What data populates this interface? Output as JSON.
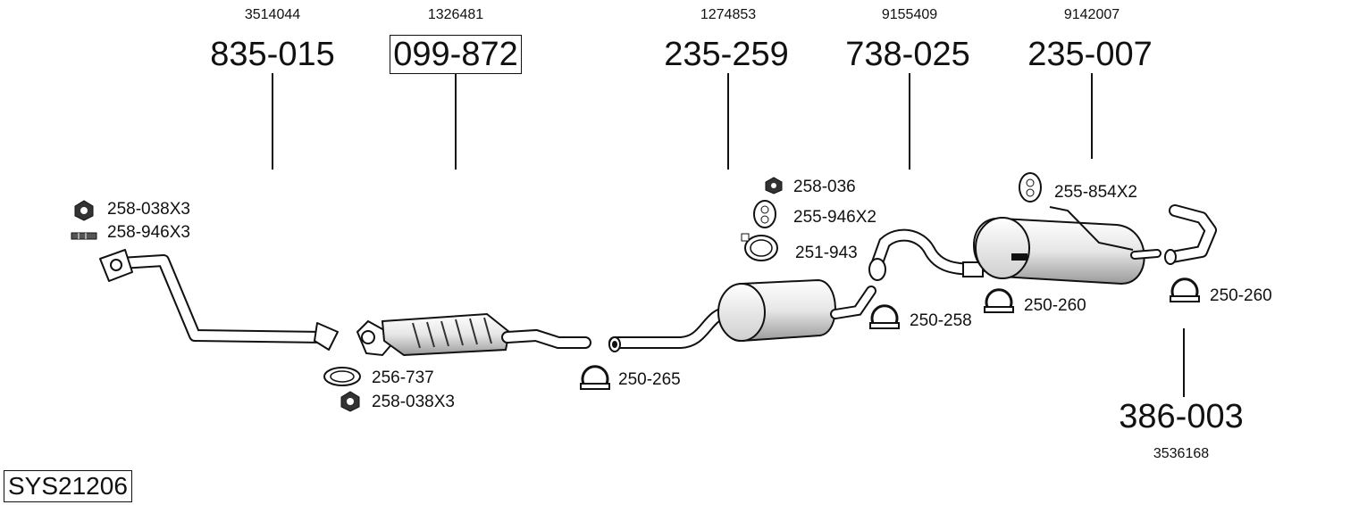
{
  "system_code": "SYS21206",
  "parts": [
    {
      "id": "p1",
      "part_no": "835-015",
      "ref": "3514044",
      "boxed": false
    },
    {
      "id": "p2",
      "part_no": "099-872",
      "ref": "1326481",
      "boxed": true
    },
    {
      "id": "p3",
      "part_no": "235-259",
      "ref": "1274853",
      "boxed": false
    },
    {
      "id": "p4",
      "part_no": "738-025",
      "ref": "9155409",
      "boxed": false
    },
    {
      "id": "p5",
      "part_no": "235-007",
      "ref": "9142007",
      "boxed": false
    },
    {
      "id": "p6",
      "part_no": "386-003",
      "ref": "3536168",
      "boxed": false
    }
  ],
  "accessories": [
    {
      "id": "a1",
      "label": "258-038X3",
      "icon": "nut-icon"
    },
    {
      "id": "a2",
      "label": "258-946X3",
      "icon": "bolt-icon"
    },
    {
      "id": "a3",
      "label": "256-737",
      "icon": "gasket-ring-icon"
    },
    {
      "id": "a4",
      "label": "258-038X3",
      "icon": "nut-icon"
    },
    {
      "id": "a5",
      "label": "250-265",
      "icon": "clamp-icon"
    },
    {
      "id": "a6",
      "label": "258-036",
      "icon": "nut-icon"
    },
    {
      "id": "a7",
      "label": "255-946X2",
      "icon": "rubber-hanger-icon"
    },
    {
      "id": "a8",
      "label": "251-943",
      "icon": "band-clamp-icon"
    },
    {
      "id": "a9",
      "label": "250-258",
      "icon": "clamp-icon"
    },
    {
      "id": "a10",
      "label": "255-854X2",
      "icon": "rubber-hanger-icon"
    },
    {
      "id": "a11",
      "label": "250-260",
      "icon": "clamp-icon"
    },
    {
      "id": "a12",
      "label": "250-260",
      "icon": "clamp-icon"
    }
  ]
}
